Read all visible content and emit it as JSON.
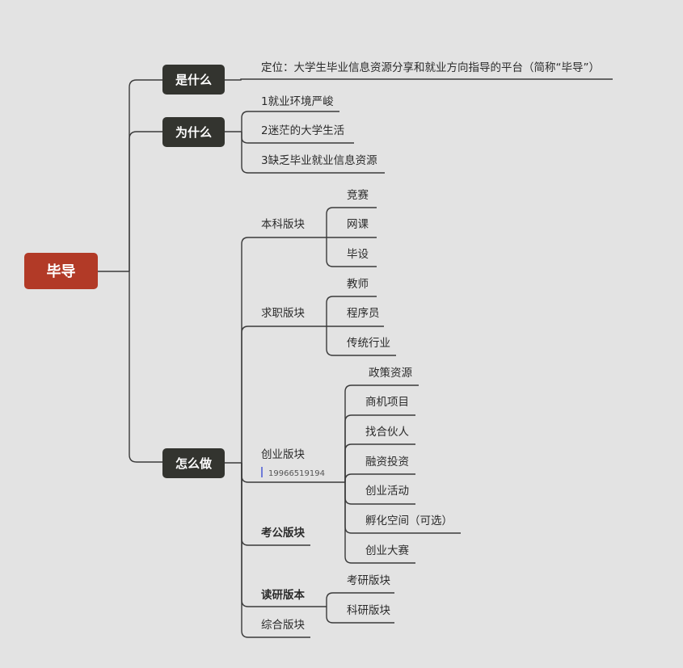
{
  "root": {
    "label": "毕导",
    "color": "#b23a27"
  },
  "level1_color": "#33342f",
  "topics": {
    "what": {
      "label": "是什么",
      "children": [
        "定位：大学生毕业信息资源分享和就业方向指导的平台（简称“毕导”）"
      ]
    },
    "why": {
      "label": "为什么",
      "children": [
        "1就业环境严峻",
        "2迷茫的大学生活",
        "3缺乏毕业就业信息资源"
      ]
    },
    "how": {
      "label": "怎么做",
      "undergrad": {
        "label": "本科版块",
        "children": [
          "竞赛",
          "网课",
          "毕设"
        ]
      },
      "job": {
        "label": "求职版块",
        "children": [
          "教师",
          "程序员",
          "传统行业"
        ]
      },
      "startup": {
        "label": "创业版块",
        "note": "19966519194",
        "children": [
          "政策资源",
          "商机项目",
          "找合伙人",
          "融资投资",
          "创业活动",
          "孵化空间（可选）",
          "创业大赛"
        ]
      },
      "civil": {
        "label": "考公版块"
      },
      "grad": {
        "label": "读研版本",
        "children": [
          "考研版块",
          "科研版块"
        ]
      },
      "general": {
        "label": "综合版块"
      }
    }
  }
}
